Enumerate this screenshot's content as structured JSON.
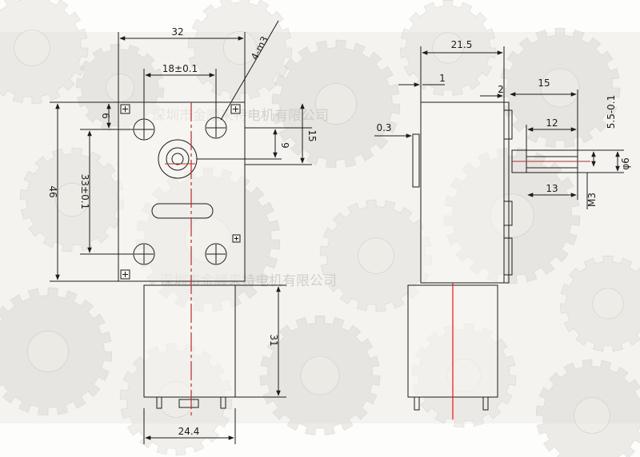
{
  "watermark": "深圳市金顺来特电机有限公司",
  "front_view": {
    "width": "32",
    "hole_spacing": "18±0.1",
    "screw_holes": "4-m3",
    "offset_top": "6",
    "offset_9": "9",
    "offset_15": "15",
    "height": "46",
    "hole_vertical": "33±0.1",
    "motor_length": "31",
    "motor_width": "24.4"
  },
  "side_view": {
    "total_width": "21.5",
    "d1": "1",
    "d2": "2",
    "d15": "15",
    "d12": "12",
    "d03": "0.3",
    "flat": "5.5-0.1",
    "shaft_diameter": "φ6",
    "d13": "13",
    "thread": "M3"
  },
  "colors": {
    "line": "#1c1c1c",
    "center": "#d42020",
    "background": "#ffffff",
    "gear_light": "#d9d6cf",
    "gear_dark": "#b9b5ad"
  }
}
